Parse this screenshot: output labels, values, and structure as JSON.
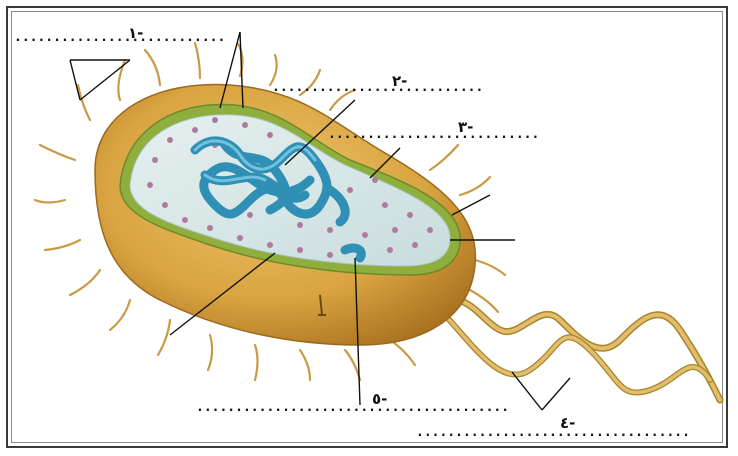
{
  "labels": [
    {
      "id": "1",
      "number": "١",
      "dash": "-",
      "blank": "..........................."
    },
    {
      "id": "2",
      "number": "٢",
      "dash": "-",
      "blank": "..........................."
    },
    {
      "id": "3",
      "number": "٣",
      "dash": "-",
      "blank": "..........................."
    },
    {
      "id": "4",
      "number": "٤",
      "dash": "-",
      "blank": "..................................."
    },
    {
      "id": "5",
      "number": "٥",
      "dash": "-",
      "blank": "........................................"
    }
  ],
  "colors": {
    "capsule": "#d9a441",
    "capsule_dark": "#b07a22",
    "membrane": "#7da23a",
    "cytoplasm": "#d6e6e6",
    "dna": "#3a9cc0",
    "ribosome": "#b07aa0",
    "pili": "#c99a45",
    "flagellum": "#d8b061"
  }
}
